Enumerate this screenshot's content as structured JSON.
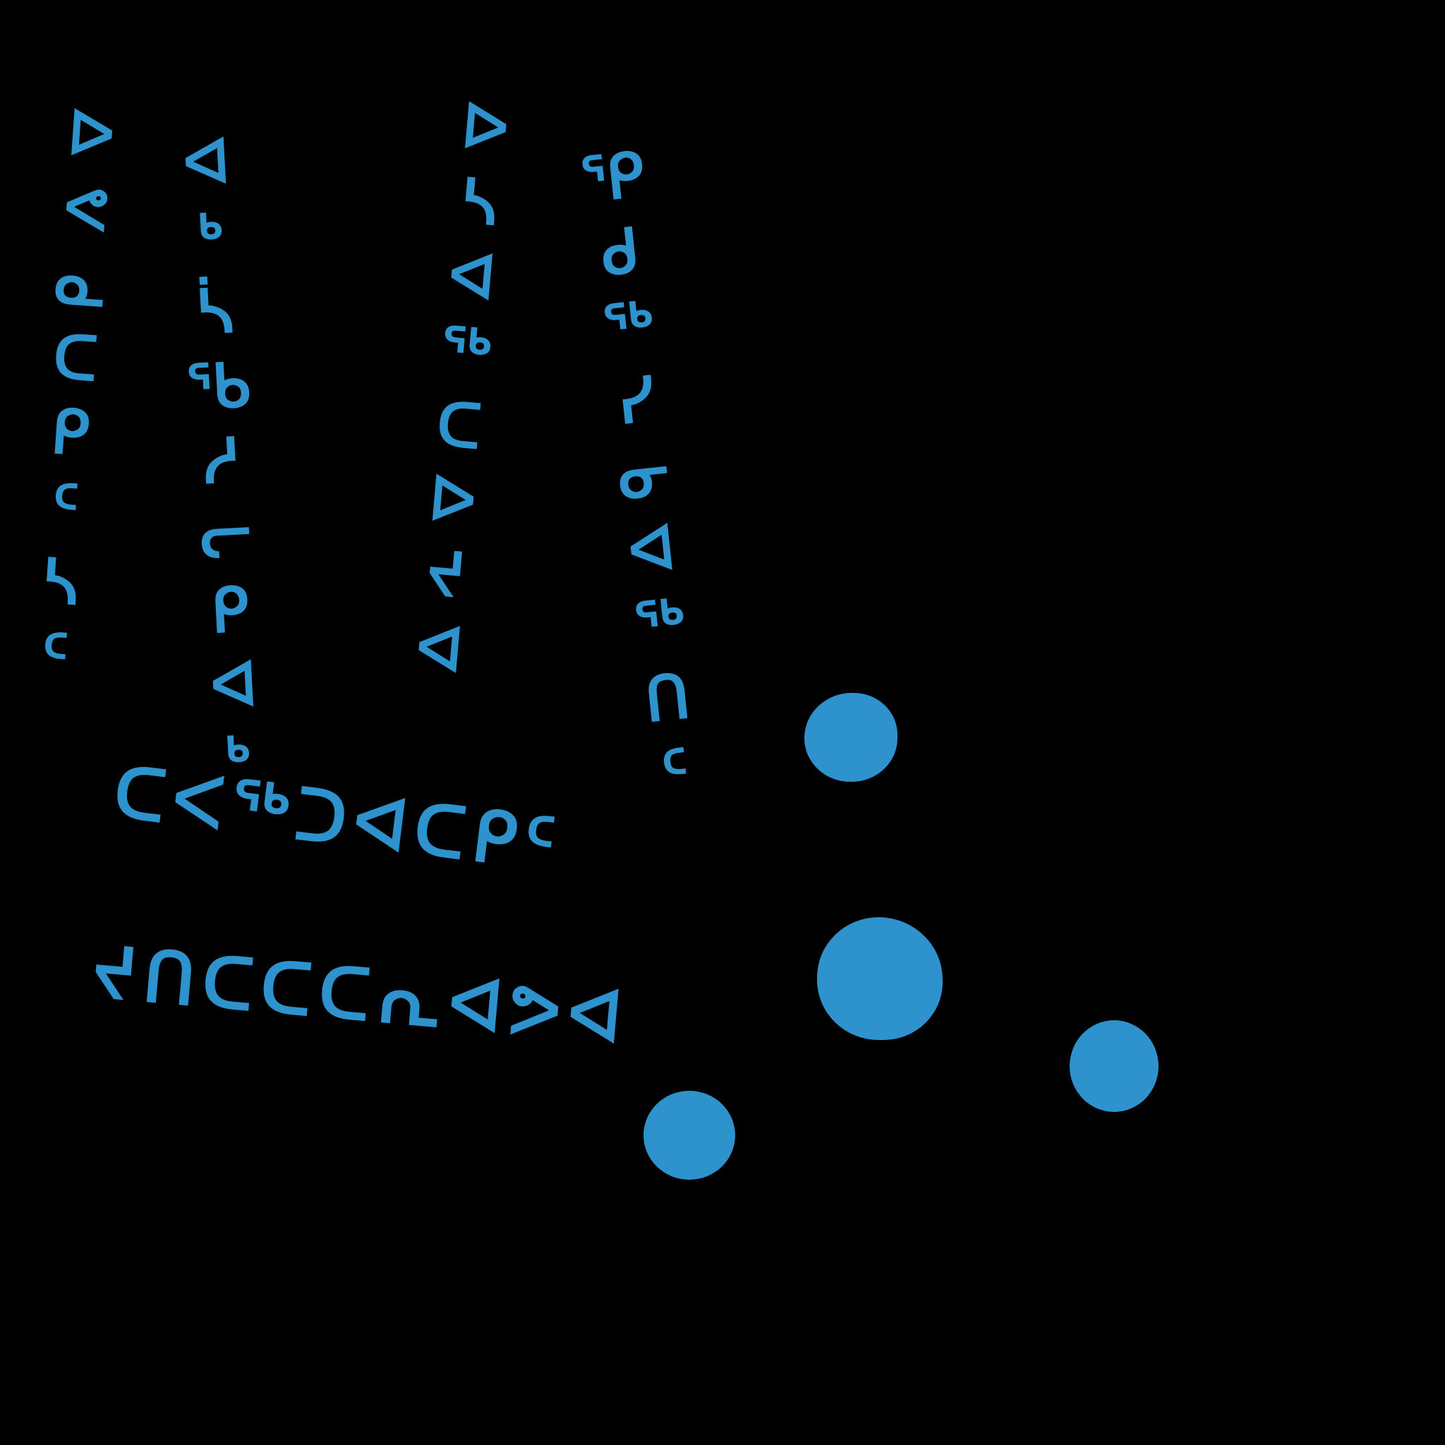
{
  "canvas": {
    "background_color": "#000000",
    "text_color": "#2e93cd",
    "dot_color": "#2e93cd"
  },
  "vertical_lines": [
    {
      "text": "ᐅᕙᓇᑕᑭᑦᓴᑦ"
    },
    {
      "text": "ᐊᒃᓵᖃᓱᓕᑭᐊᒃ"
    },
    {
      "text": "ᐅᓴᐊᖅᑕᐅᔪᐊ"
    },
    {
      "text": "ᕿᑯᖅᓯᓂᐊᖅᑎᑦ"
    }
  ],
  "horizontal_lines": [
    {
      "text": "ᑕᐸᖅᑐᐊᑕᑭᑦ"
    },
    {
      "text": "ᔪᑎᑕᑕᑕᕆᐊᕗᐊ"
    }
  ],
  "dots": [
    {
      "label": "dot"
    },
    {
      "label": "dot"
    },
    {
      "label": "dot"
    },
    {
      "label": "dot"
    }
  ]
}
